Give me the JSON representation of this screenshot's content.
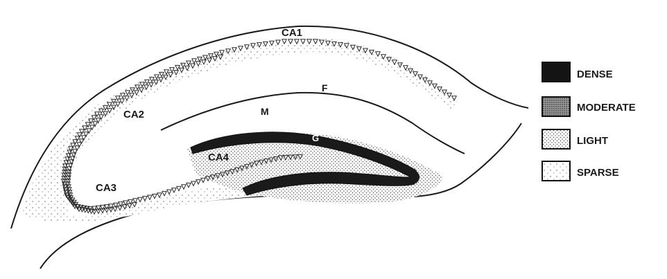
{
  "region_labels": {
    "ca1": "CA1",
    "ca2": "CA2",
    "ca3": "CA3",
    "ca4": "CA4",
    "f": "F",
    "m": "M",
    "g": "G"
  },
  "legend": [
    {
      "label": "DENSE",
      "density": "dense",
      "color": "#141414"
    },
    {
      "label": "MODERATE",
      "density": "moderate",
      "color": "#7a7a7a"
    },
    {
      "label": "LIGHT",
      "density": "light",
      "color": "#c4c4c4"
    },
    {
      "label": "SPARSE",
      "density": "sparse",
      "color": "#e4e4e4"
    }
  ]
}
